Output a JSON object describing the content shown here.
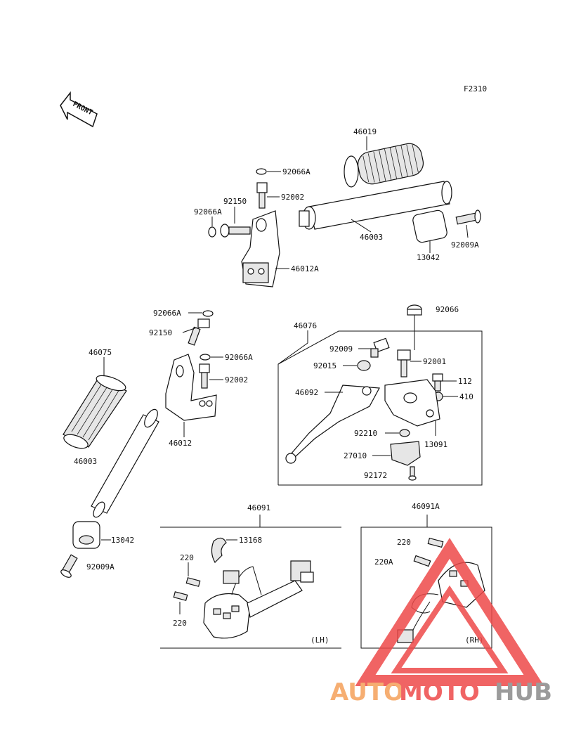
{
  "figure_code": "F2310",
  "front_label": "FRONT",
  "labels": {
    "p46019": "46019",
    "p92066A_top": "92066A",
    "p92002_top": "92002",
    "p92150_top": "92150",
    "p92066A_left": "92066A",
    "p46003_right": "46003",
    "p13042_right": "13042",
    "p92009A_right": "92009A",
    "p46012A": "46012A",
    "p92066A_mid1": "92066A",
    "p92150_mid": "92150",
    "p92066A_mid2": "92066A",
    "p92002_mid": "92002",
    "p46012": "46012",
    "p46075": "46075",
    "p46003_left": "46003",
    "p13042_left": "13042",
    "p92009A_left": "92009A",
    "p92066": "92066",
    "p46076": "46076",
    "p92009": "92009",
    "p92015": "92015",
    "p92001": "92001",
    "p112": "112",
    "p410": "410",
    "p46092": "46092",
    "p92210": "92210",
    "p13091": "13091",
    "p27010": "27010",
    "p92172": "92172",
    "p46091": "46091",
    "p13168": "13168",
    "p220_a": "220",
    "p220_b": "220",
    "p46091A": "46091A",
    "p220_c": "220",
    "p220A": "220A",
    "side_lh": "(LH)",
    "side_rh": "(RH)"
  },
  "watermark": {
    "part1": "AUTO",
    "part2": "MOTO",
    "part3": "HUB",
    "color_orange": "#f5a15a",
    "color_red": "#ee4a4a",
    "color_gray": "#8a8a8a"
  }
}
